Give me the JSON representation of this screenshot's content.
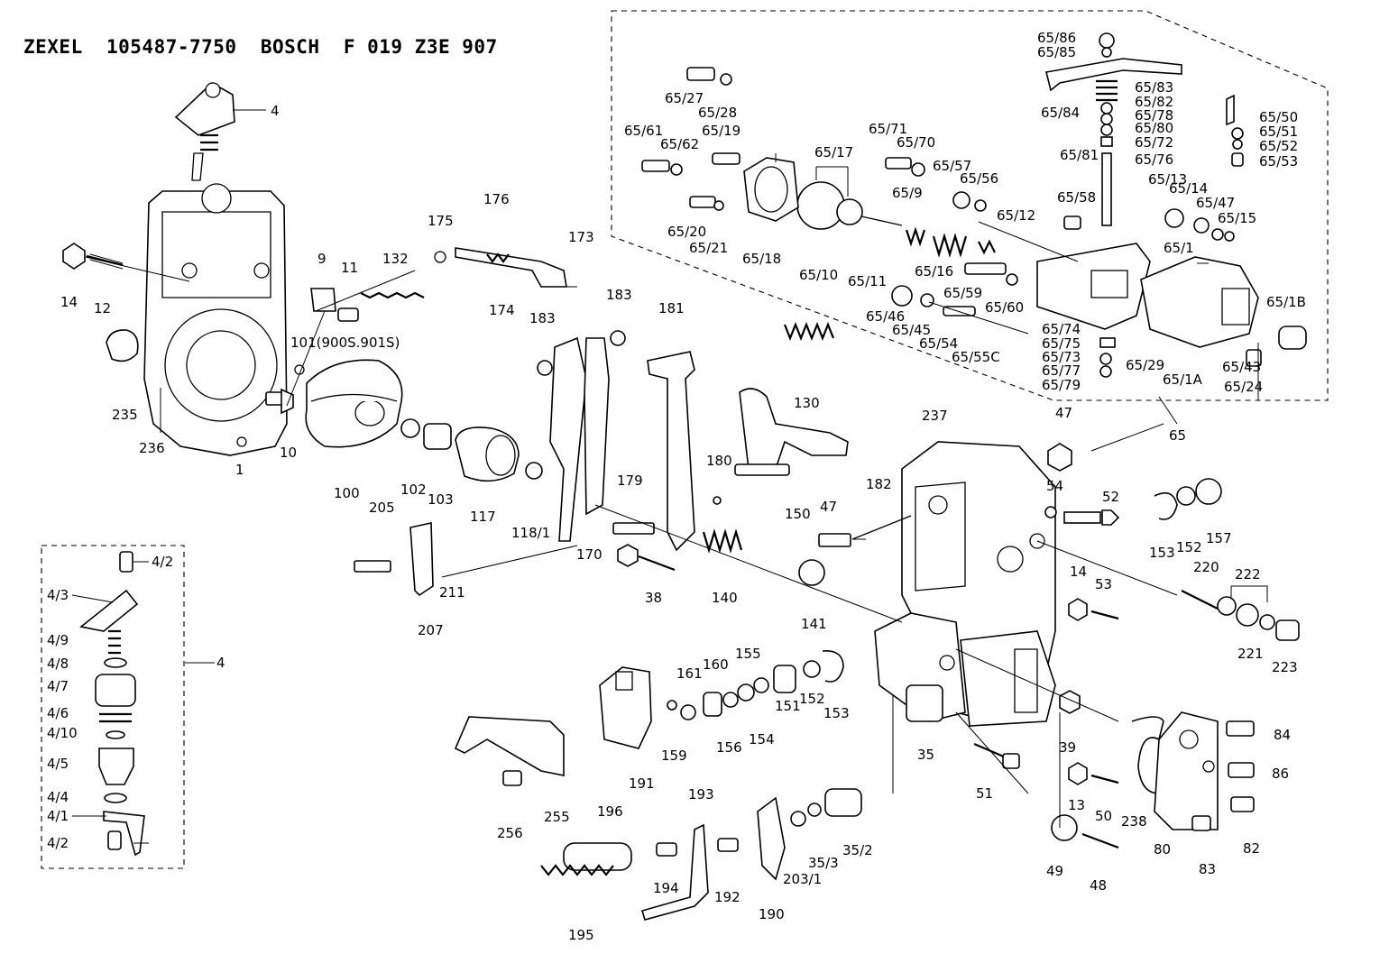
{
  "header": {
    "title": "ZEXEL  105487-7750  BOSCH  F 019 Z3E 907"
  },
  "callouts": {
    "c4": "4",
    "c14": "14",
    "c12": "12",
    "c9": "9",
    "c11": "11",
    "c132": "132",
    "c175": "175",
    "c176": "176",
    "c173": "173",
    "c174": "174",
    "c101": "101(900S.901S)",
    "c235": "235",
    "c236": "236",
    "c1": "1",
    "c10": "10",
    "c100": "100",
    "c102": "102",
    "c103": "103",
    "c117": "117",
    "c118_1": "118/1",
    "c183a": "183",
    "c183b": "183",
    "c181": "181",
    "c130": "130",
    "c170": "170",
    "c179": "179",
    "c180": "180",
    "c150": "150",
    "c205": "205",
    "c211": "211",
    "c207": "207",
    "c38": "38",
    "c140": "140",
    "c141": "141",
    "c47a": "47",
    "c182": "182",
    "c237": "237",
    "c47b": "47",
    "c54": "54",
    "c52": "52",
    "c153a": "153",
    "c152a": "152",
    "c157": "157",
    "c14b": "14",
    "c53": "53",
    "c220": "220",
    "c222": "222",
    "c221": "221",
    "c223": "223",
    "c161": "161",
    "c160": "160",
    "c155": "155",
    "c159": "159",
    "c156": "156",
    "c154": "154",
    "c151": "151",
    "c152b": "152",
    "c153b": "153",
    "c191": "191",
    "c35": "35",
    "c39": "39",
    "c51": "51",
    "c13": "13",
    "c50": "50",
    "c238": "238",
    "c84": "84",
    "c86": "86",
    "c82": "82",
    "c80": "80",
    "c83": "83",
    "c49": "49",
    "c48": "48",
    "c256": "256",
    "c255": "255",
    "c196": "196",
    "c193": "193",
    "c194": "194",
    "c192": "192",
    "c195": "195",
    "c190": "190",
    "c203_1": "203/1",
    "c35_3": "35/3",
    "c35_2": "35/2",
    "c65": "65",
    "c65_86": "65/86",
    "c65_85": "65/85",
    "c65_84": "65/84",
    "c65_83": "65/83",
    "c65_82": "65/82",
    "c65_78": "65/78",
    "c65_80": "65/80",
    "c65_72": "65/72",
    "c65_76": "65/76",
    "c65_81": "65/81",
    "c65_58": "65/58",
    "c65_50": "65/50",
    "c65_51": "65/51",
    "c65_52": "65/52",
    "c65_53": "65/53",
    "c65_27": "65/27",
    "c65_28": "65/28",
    "c65_19": "65/19",
    "c65_61": "65/61",
    "c65_62": "65/62",
    "c65_20": "65/20",
    "c65_21": "65/21",
    "c65_18": "65/18",
    "c65_17": "65/17",
    "c65_71": "65/71",
    "c65_70": "65/70",
    "c65_57": "65/57",
    "c65_56": "65/56",
    "c65_9": "65/9",
    "c65_10": "65/10",
    "c65_11": "65/11",
    "c65_16": "65/16",
    "c65_12": "65/12",
    "c65_13": "65/13",
    "c65_14": "65/14",
    "c65_47": "65/47",
    "c65_15": "65/15",
    "c65_1": "65/1",
    "c65_1B": "65/1B",
    "c65_59": "65/59",
    "c65_60": "65/60",
    "c65_46": "65/46",
    "c65_45": "65/45",
    "c65_54": "65/54",
    "c65_55C": "65/55C",
    "c65_74": "65/74",
    "c65_75": "65/75",
    "c65_73": "65/73",
    "c65_77": "65/77",
    "c65_79": "65/79",
    "c65_29": "65/29",
    "c65_1A": "65/1A",
    "c65_43": "65/43",
    "c65_24": "65/24",
    "d4_2a": "4/2",
    "d4_3": "4/3",
    "d4_9": "4/9",
    "d4_8": "4/8",
    "d4_7": "4/7",
    "d4_6": "4/6",
    "d4_10": "4/10",
    "d4_5": "4/5",
    "d4_4": "4/4",
    "d4_1": "4/1",
    "d4_2b": "4/2",
    "d4": "4"
  }
}
